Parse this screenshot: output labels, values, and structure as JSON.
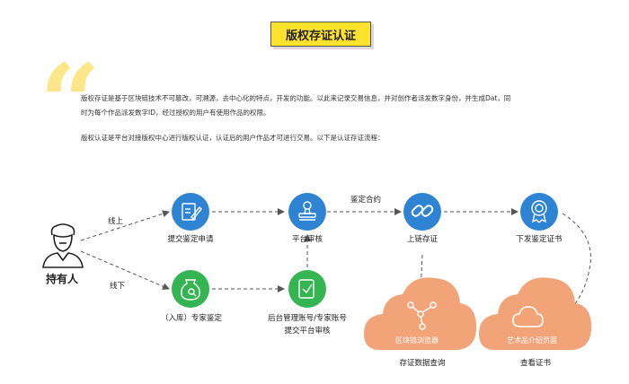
{
  "title": "版权存证认证",
  "paragraphs": [
    "版权存证是基于区块链技术不可篡改，可溯源，去中心化的特点，开发的功能。以此来记录交易信息，并对创作者派发数字身份，并生成Dat，同",
    "时为每个作品派发数字ID，经过授权的用户有使用作品的权限。",
    "版权认证是平台对接版权中心进行版权认证，认证后的用户作品才可进行交易。以下是认证存证流程："
  ],
  "holder": {
    "label": "持有人",
    "icon": "person-icon"
  },
  "edges": {
    "online": "线上",
    "offline": "线下",
    "contract": "鉴定合约"
  },
  "nodes": {
    "submit": {
      "label": "提交鉴定申请",
      "icon": "edit-document-icon"
    },
    "review": {
      "label": "平台审核",
      "icon": "stamp-icon"
    },
    "chain": {
      "label": "上链存证",
      "icon": "link-icon"
    },
    "certificate": {
      "label": "下发鉴定证书",
      "icon": "certificate-badge-icon"
    },
    "expert": {
      "label": "（入库）专家鉴定",
      "icon": "jar-search-icon"
    },
    "backend": {
      "label1": "后台管理账号/专家账号",
      "label2": "提交平台审核",
      "icon": "check-document-icon"
    }
  },
  "clouds": {
    "browser": {
      "inner": "区块链浏览器",
      "label": "存证数据查询",
      "icon": "network-icon"
    },
    "artwork": {
      "inner": "艺术品介绍页面",
      "label": "查看证书",
      "icon": "cloud-icon"
    }
  },
  "colors": {
    "blue": "#2f83d3",
    "green": "#34b552",
    "orange": "#f3a378",
    "yellow": "#ffe22b"
  }
}
